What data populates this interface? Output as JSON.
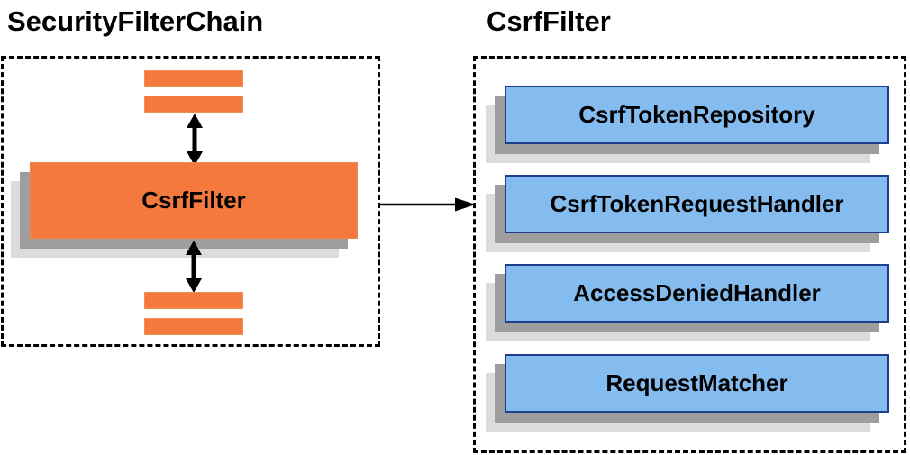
{
  "left_panel": {
    "title": "SecurityFilterChain",
    "filter_node_label": "CsrfFilter"
  },
  "right_panel": {
    "title": "CsrfFilter",
    "components": [
      {
        "label": "CsrfTokenRepository"
      },
      {
        "label": "CsrfTokenRequestHandler"
      },
      {
        "label": "AccessDeniedHandler"
      },
      {
        "label": "RequestMatcher"
      }
    ]
  },
  "icons": {
    "bidirectional_arrow": "vertical double-headed arrow",
    "flow_arrow": "right-pointing arrow"
  },
  "colors": {
    "node_orange": "#f4793c",
    "component_blue": "#85bcf0",
    "component_border_navy": "#1f3d8f",
    "shadow_dark_gray": "#9e9e9e",
    "shadow_light_gray": "#dcdcdc",
    "outline_black": "#000000",
    "background": "#ffffff"
  }
}
